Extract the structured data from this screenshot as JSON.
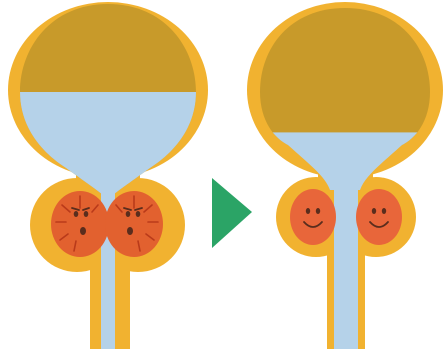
{
  "diagram": {
    "panels": [
      {
        "id": "before",
        "bladder_fill_fraction": 0.5,
        "gland_state": "enlarged-worried"
      },
      {
        "id": "after",
        "bladder_fill_fraction": 0.16,
        "gland_state": "normal-happy"
      }
    ],
    "arrow_direction": "right"
  },
  "colors": {
    "outline": "#f1b230",
    "bladder_empty": "#c89a2a",
    "urine": "#b5d2e9",
    "gland_enlarged": "#e2612f",
    "gland_normal": "#e8663a",
    "arrow": "#2ba466",
    "face": "#5a2d1d",
    "vein": "#b93a1a"
  }
}
